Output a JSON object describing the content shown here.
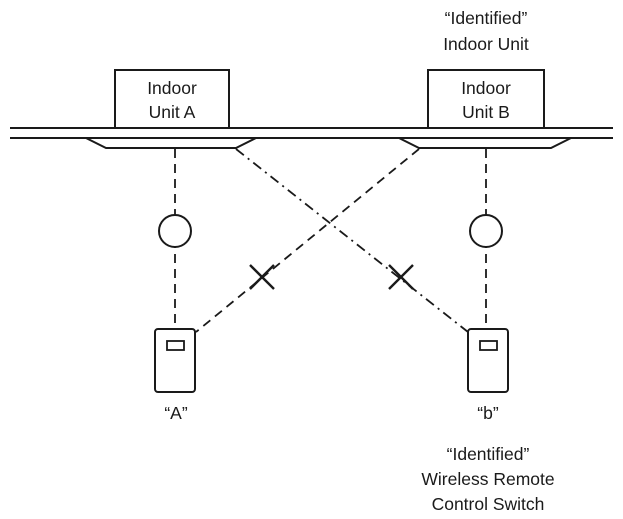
{
  "labels": {
    "unit_a_line1": "Indoor",
    "unit_a_line2": "Unit A",
    "unit_b_line1": "Indoor",
    "unit_b_line2": "Unit B",
    "identified_unit_line1": "“Identified”",
    "identified_unit_line2": "Indoor Unit",
    "remote_a": "“A”",
    "remote_b": "“b”",
    "identified_remote_line1": "“Identified”",
    "identified_remote_line2": "Wireless Remote",
    "identified_remote_line3": "Control Switch"
  },
  "symbols": {
    "valid_pairing": "circle",
    "invalid_pairing": "cross"
  },
  "colors": {
    "ink": "#1a1a1a",
    "background": "#ffffff"
  }
}
